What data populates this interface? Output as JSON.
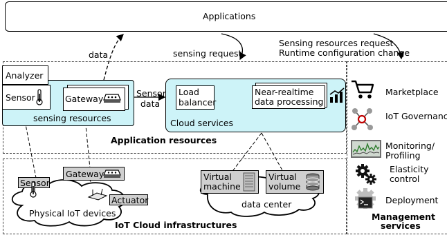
{
  "applications": {
    "label": "Applications"
  },
  "edges": {
    "data": "data",
    "sensing_request": "sensing request",
    "mgmt_line1": "Sensing resources request",
    "mgmt_line2": "Runtime configuration change",
    "sensor_data_1": "Sensor",
    "sensor_data_2": "data"
  },
  "application_resources": {
    "title": "Application resources",
    "analyzer": "Analyzer",
    "sensor": "Sensor",
    "gateway": "Gateway",
    "sensing_resources": "sensing resources",
    "cloud_services": "Cloud services",
    "load_balancer_1": "Load",
    "load_balancer_2": "balancer",
    "nrdp_1": "Near-realtime",
    "nrdp_2": "data processing"
  },
  "iot_infra": {
    "title": "IoT Cloud infrastructures",
    "gateway": "Gateway",
    "sensor": "Sensor",
    "actuator": "Actuator",
    "physical_devices": "Physical IoT devices",
    "vm_1": "Virtual",
    "vm_2": "machine",
    "vv_1": "Virtual",
    "vv_2": "volume",
    "data_center": "data center"
  },
  "management": {
    "title_1": "Management",
    "title_2": "services",
    "items": [
      {
        "label_1": "Marketplace",
        "label_2": "",
        "icon": "cart-icon"
      },
      {
        "label_1": "IoT Governance",
        "label_2": "",
        "icon": "network-icon"
      },
      {
        "label_1": "Monitoring/",
        "label_2": "Profiling",
        "icon": "monitor-chart-icon"
      },
      {
        "label_1": "Elasticity",
        "label_2": "control",
        "icon": "gears-icon"
      },
      {
        "label_1": "Deployment",
        "label_2": "",
        "icon": "deploy-icon"
      }
    ]
  }
}
